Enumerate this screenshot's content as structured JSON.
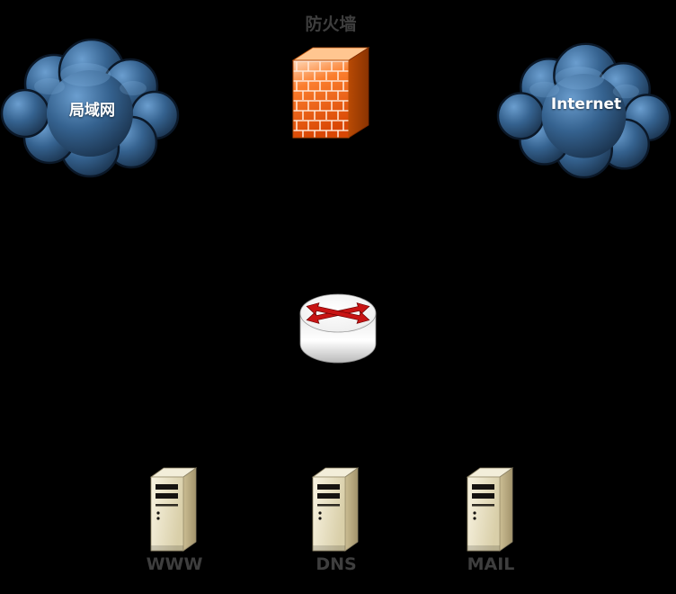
{
  "diagram": {
    "background_color": "#000000",
    "nodes": {
      "lan": {
        "label": "局域网",
        "type": "cloud"
      },
      "internet": {
        "label": "Internet",
        "type": "cloud"
      },
      "firewall": {
        "label": "防火墙",
        "type": "firewall"
      },
      "router": {
        "label": "",
        "type": "router"
      },
      "www": {
        "label": "WWW",
        "type": "server"
      },
      "dns": {
        "label": "DNS",
        "type": "server"
      },
      "mail": {
        "label": "MAIL",
        "type": "server"
      }
    },
    "colors": {
      "cloud_fill": "#2a5580",
      "firewall_orange": "#f05a0e",
      "server_beige": "#e9e1c4",
      "router_arrow_red": "#c81414",
      "bright_label": "#ffffff",
      "dim_label": "#3e3e3e"
    }
  }
}
